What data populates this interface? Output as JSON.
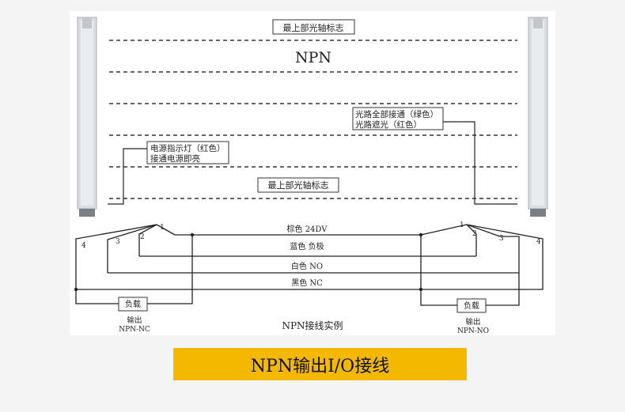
{
  "diagram": {
    "top_label": "最上部光轴标志",
    "mode_title": "NPN",
    "bottom_label": "最上部光轴标志",
    "power_indicator": [
      "电源指示灯（红色）",
      "接通电源即亮"
    ],
    "light_path_indicator": [
      "光路全部接通（绿色）",
      "光路遮光（红色）"
    ],
    "wires": [
      {
        "label": "棕色  24DV",
        "color": "#8B4513"
      },
      {
        "label": "蓝色  负极",
        "color": "#1e5bd6"
      },
      {
        "label": "白色  NO",
        "color": "#ffffff"
      },
      {
        "label": "黑色  NC",
        "color": "#000000"
      }
    ],
    "left_terminals": [
      "1",
      "2",
      "3",
      "4"
    ],
    "right_terminals": [
      "1",
      "2",
      "3",
      "4"
    ],
    "left_load": "负载",
    "right_load": "负载",
    "left_output": [
      "输出",
      "NPN-NC"
    ],
    "right_output": [
      "输出",
      "NPN-NO"
    ],
    "example_caption": "NPN接线实例"
  },
  "caption": "NPN输出I/O接线"
}
